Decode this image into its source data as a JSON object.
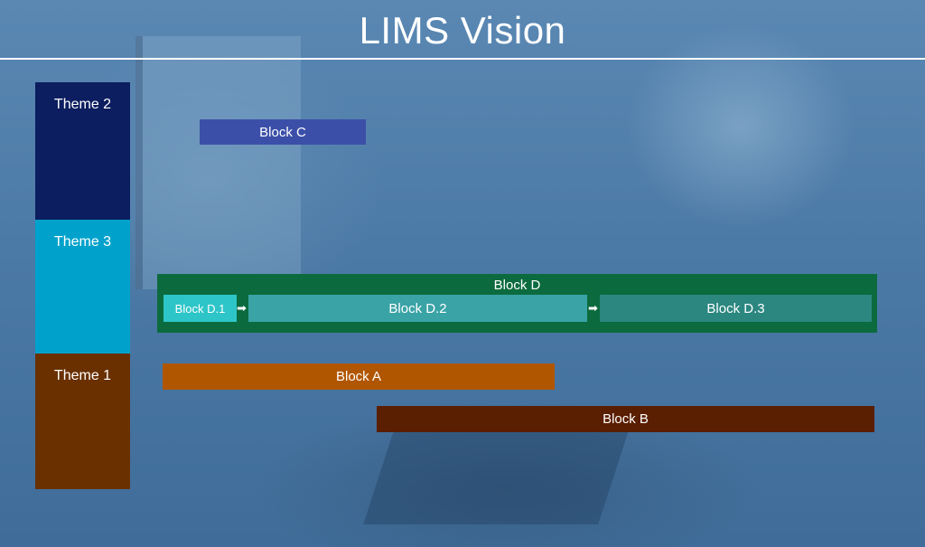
{
  "title": "LIMS Vision",
  "themes": [
    {
      "label": "Theme 2",
      "color": "#0c1e5f"
    },
    {
      "label": "Theme 3",
      "color": "#00a2cc"
    },
    {
      "label": "Theme 1",
      "color": "#6a3000"
    }
  ],
  "blocks": {
    "c": {
      "label": "Block C",
      "color": "#3b4fa8"
    },
    "d": {
      "label": "Block D",
      "color": "#0b6b3e"
    },
    "d1": {
      "label": "Block D.1",
      "color": "#2ec5c8"
    },
    "d2": {
      "label": "Block D.2",
      "color": "#3aa3a6"
    },
    "d3": {
      "label": "Block D.3",
      "color": "#2b8780"
    },
    "a": {
      "label": "Block A",
      "color": "#b05600"
    },
    "b": {
      "label": "Block B",
      "color": "#5a1e00"
    }
  },
  "arrow_glyph": "➡"
}
